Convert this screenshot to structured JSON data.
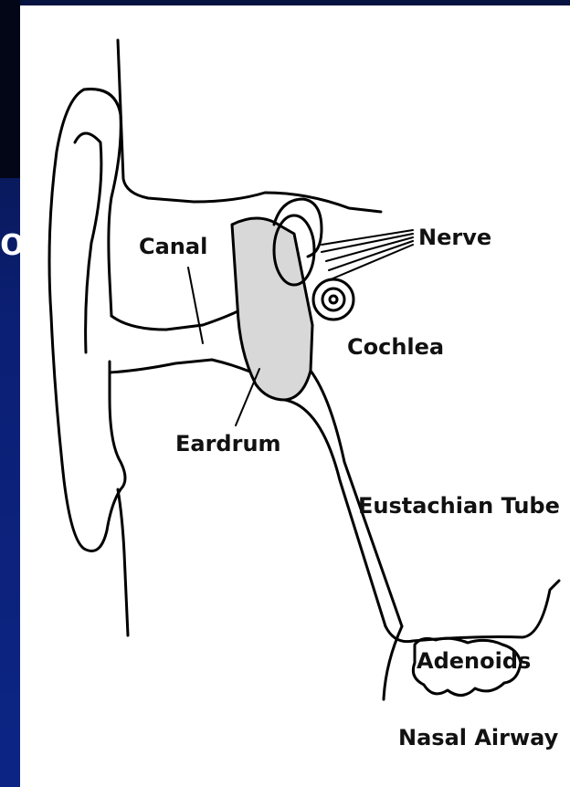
{
  "slide": {
    "title_fragment": "o",
    "background_color": "#0b1f73"
  },
  "diagram": {
    "labels": {
      "canal": "Canal",
      "nerve": "Nerve",
      "cochlea": "Cochlea",
      "eardrum": "Eardrum",
      "eustachian_tube": "Eustachian Tube",
      "adenoids": "Adenoids",
      "nasal_airway": "Nasal Airway"
    }
  }
}
